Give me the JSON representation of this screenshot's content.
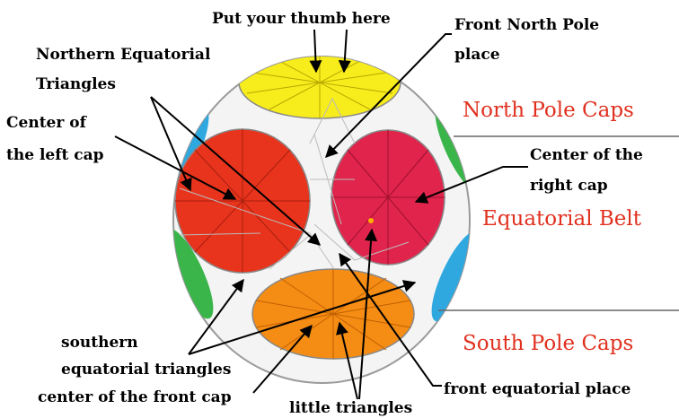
{
  "labels": {
    "thumb": "Put your thumb here",
    "front_north_pole_1": "Front North Pole",
    "front_north_pole_2": "place",
    "northern_eq_1": "Northern Equatorial",
    "northern_eq_2": "Triangles",
    "center_left_1": "Center of",
    "center_left_2": "the left cap",
    "center_right_1": "Center of the",
    "center_right_2": "right cap",
    "southern_eq_1": "southern",
    "southern_eq_2": "equatorial triangles",
    "center_front": "center of the front cap",
    "little_triangles": "little triangles",
    "front_equatorial": "front equatorial place"
  },
  "zones": {
    "north": "North Pole Caps",
    "equatorial": "Equatorial Belt",
    "south": "South Pole Caps"
  },
  "colors": {
    "yellow_cap": "#f7ec1c",
    "red_cap": "#e8341c",
    "crimson_cap": "#e0244c",
    "orange_cap": "#f58c14",
    "blue_cap": "#2fa8e0",
    "green_cap": "#3ab54a",
    "ball_white": "#f4f4f4",
    "zone_text": "#e0301e"
  }
}
